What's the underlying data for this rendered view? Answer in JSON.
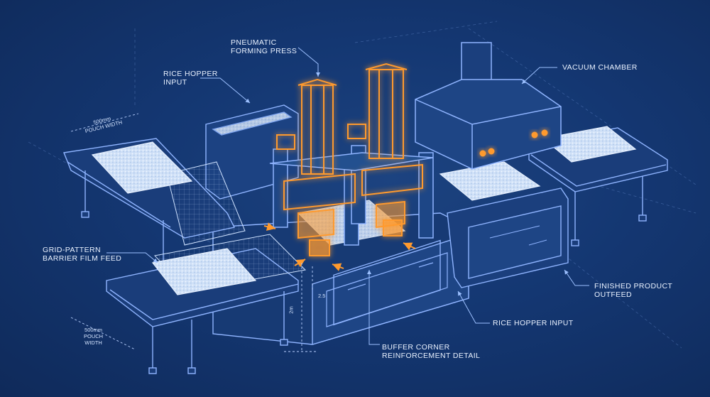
{
  "labels": {
    "pneumatic_press": "PNEUMATIC\nFORMING PRESS",
    "rice_hopper_top": "RICE HOPPER\nINPUT",
    "vacuum_chamber": "VACUUM CHAMBER",
    "grid_film": "GRID-PATTERN\nBARRIER FILM FEED",
    "finished_product": "FINISHED PRODUCT\nOUTFEED",
    "rice_hopper_bottom": "RICE HOPPER INPUT",
    "buffer_corner": "BUFFER CORNER\nREINFORCEMENT DETAIL"
  },
  "dimensions": {
    "pouch_width_top": "500mm\nPOUCH WIDTH",
    "pouch_width_bottom": "500mm\nPOUCH\nWIDTH",
    "gap_small": "2.5",
    "height_vertical": "2m"
  },
  "colors": {
    "background": "#123063",
    "line": "#8fb4ff",
    "accent": "#ff9a2e"
  }
}
